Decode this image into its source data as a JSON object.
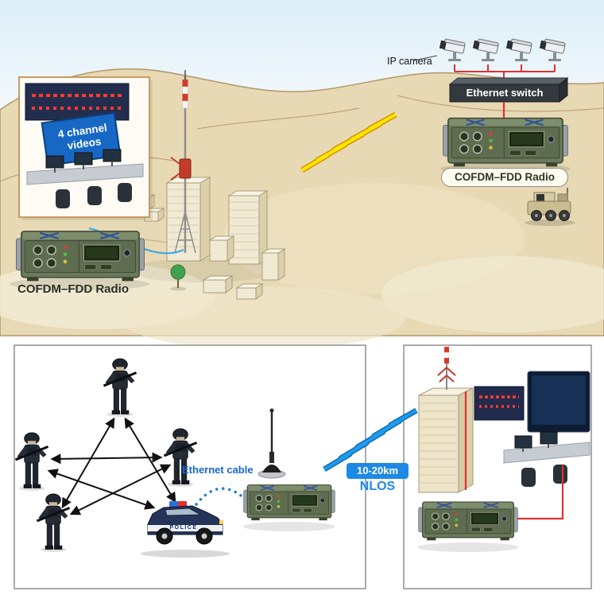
{
  "top_scene": {
    "inset_screen_text": "4 channel videos",
    "left_radio_label": "COFDM–FDD Radio",
    "right_radio_label": "COFDM–FDD Radio",
    "ip_camera_label": "IP camera",
    "ethernet_switch_label": "Ethernet switch"
  },
  "bottom_scene": {
    "ethernet_cable_label": "Ethernet cable",
    "distance_label": "10-20km",
    "nlos_label": "NLOS",
    "police_label": "POLICE"
  },
  "colors": {
    "radio_green": "#6a795b",
    "terrain_tan": "#e7d9b4",
    "accent_blue": "#1e88e5",
    "cable_red": "#e03030",
    "cable_blue": "#3fa9e0",
    "bolt_yellow": "#ffe800",
    "bolt_blue": "#1e9be9",
    "switch_dark": "#34393f"
  }
}
